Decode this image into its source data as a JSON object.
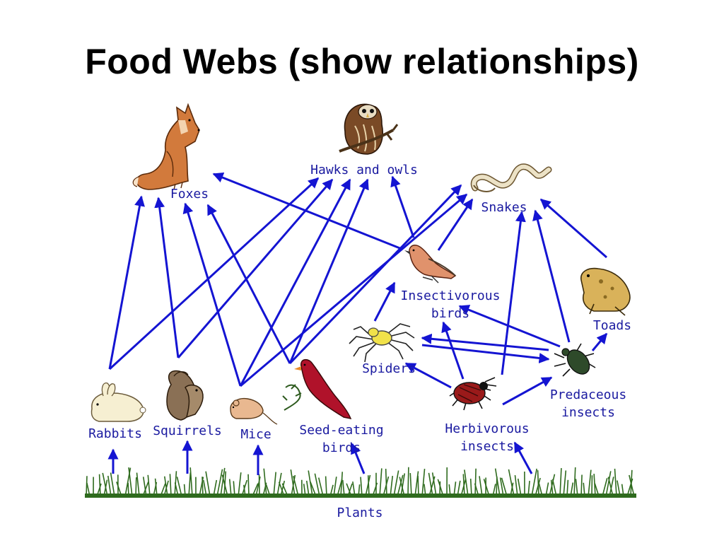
{
  "title": "Food Webs (show relationships)",
  "colors": {
    "arrow": "#1414d2",
    "label": "#1a1aa0",
    "grass": "#2f6b1e"
  },
  "organisms": [
    {
      "id": "foxes",
      "label": "Foxes",
      "icon": "fox-icon"
    },
    {
      "id": "hawks",
      "label": "Hawks and owls",
      "icon": "owl-icon"
    },
    {
      "id": "snakes",
      "label": "Snakes",
      "icon": "snake-icon"
    },
    {
      "id": "insbirds",
      "label": [
        "Insectivorous",
        "birds"
      ],
      "icon": "songbird-icon"
    },
    {
      "id": "toads",
      "label": "Toads",
      "icon": "toad-icon"
    },
    {
      "id": "spiders",
      "label": "Spiders",
      "icon": "spider-icon"
    },
    {
      "id": "predins",
      "label": [
        "Predaceous",
        "insects"
      ],
      "icon": "beetle-icon"
    },
    {
      "id": "herbins",
      "label": [
        "Herbivorous",
        "insects"
      ],
      "icon": "ladybug-icon"
    },
    {
      "id": "rabbits",
      "label": "Rabbits",
      "icon": "rabbit-icon"
    },
    {
      "id": "squirrels",
      "label": "Squirrels",
      "icon": "squirrel-icon"
    },
    {
      "id": "mice",
      "label": "Mice",
      "icon": "mouse-icon"
    },
    {
      "id": "seedbirds",
      "label": [
        "Seed-eating",
        "birds"
      ],
      "icon": "cardinal-icon"
    },
    {
      "id": "plants",
      "label": "Plants",
      "icon": "grass-icon"
    }
  ],
  "relationships": [
    {
      "from": "rabbits",
      "to": "foxes"
    },
    {
      "from": "rabbits",
      "to": "hawks"
    },
    {
      "from": "squirrels",
      "to": "foxes"
    },
    {
      "from": "squirrels",
      "to": "hawks"
    },
    {
      "from": "mice",
      "to": "foxes"
    },
    {
      "from": "mice",
      "to": "hawks"
    },
    {
      "from": "mice",
      "to": "snakes"
    },
    {
      "from": "seedbirds",
      "to": "foxes"
    },
    {
      "from": "seedbirds",
      "to": "hawks"
    },
    {
      "from": "seedbirds",
      "to": "snakes"
    },
    {
      "from": "insbirds",
      "to": "foxes"
    },
    {
      "from": "insbirds",
      "to": "hawks"
    },
    {
      "from": "insbirds",
      "to": "snakes"
    },
    {
      "from": "toads",
      "to": "snakes"
    },
    {
      "from": "predins",
      "to": "snakes"
    },
    {
      "from": "predins",
      "to": "insbirds"
    },
    {
      "from": "predins",
      "to": "toads"
    },
    {
      "from": "predins",
      "to": "spiders"
    },
    {
      "from": "spiders",
      "to": "insbirds"
    },
    {
      "from": "spiders",
      "to": "predins"
    },
    {
      "from": "herbins",
      "to": "snakes"
    },
    {
      "from": "herbins",
      "to": "insbirds"
    },
    {
      "from": "herbins",
      "to": "spiders"
    },
    {
      "from": "herbins",
      "to": "predins"
    },
    {
      "from": "plants",
      "to": "rabbits"
    },
    {
      "from": "plants",
      "to": "squirrels"
    },
    {
      "from": "plants",
      "to": "mice"
    },
    {
      "from": "plants",
      "to": "seedbirds"
    },
    {
      "from": "plants",
      "to": "herbins"
    }
  ]
}
